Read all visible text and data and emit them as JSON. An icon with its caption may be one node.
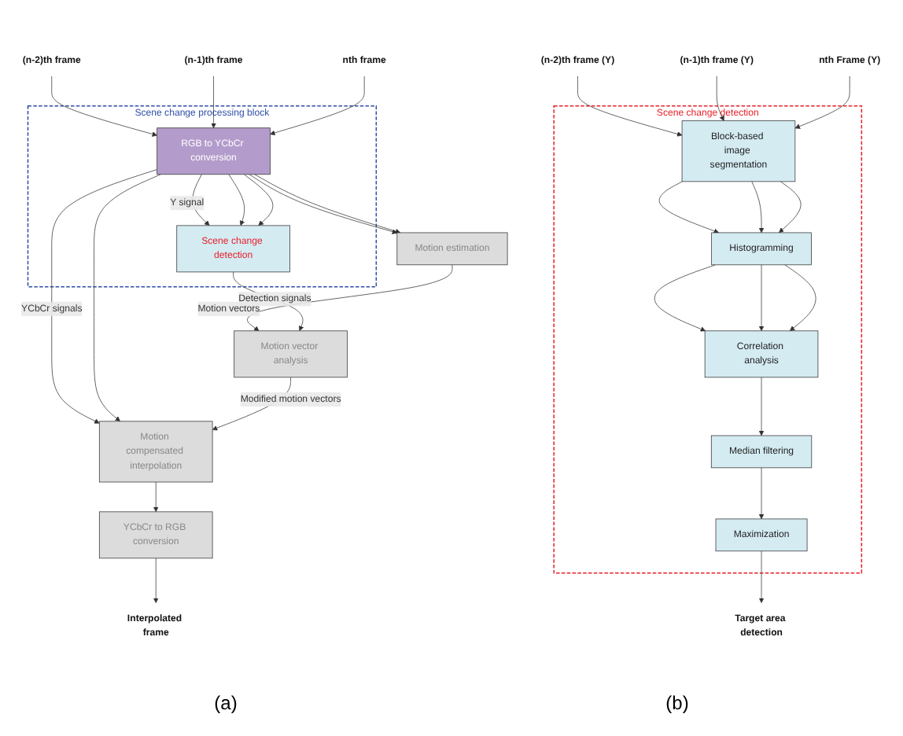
{
  "diagram": {
    "nodes": [
      {
        "text": [
          "(n-2)th frame"
        ]
      },
      {
        "text": [
          "(n-1)th frame"
        ]
      },
      {
        "text": [
          "nth frame"
        ]
      },
      {
        "text": [
          "Scene change processing block"
        ]
      },
      {
        "text": [
          "RGB to YCbCr conversion"
        ],
        "in": 3
      },
      {
        "text": [
          "Scene change detection"
        ],
        "in": 3
      },
      {
        "text": [
          "Motion estimation"
        ]
      },
      {
        "text": [
          "Motion vector analysis"
        ]
      },
      {
        "text": [
          "Motion compensated interpolation"
        ]
      },
      {
        "text": [
          "YCbCr to RGB conversion"
        ]
      },
      {
        "text": [
          "Interpolated frame"
        ]
      },
      {
        "text": [
          "(n-2)th frame (Y)"
        ]
      },
      {
        "text": [
          "(n-1)th frame (Y)"
        ]
      },
      {
        "text": [
          "nth Frame (Y)"
        ]
      },
      {
        "text": [
          "Scene change detection"
        ]
      },
      {
        "text": [
          "Block-based image segmentation"
        ],
        "in": 14
      },
      {
        "text": [
          "Histogramming"
        ],
        "in": 14
      },
      {
        "text": [
          "Correlation analysis"
        ],
        "in": 14
      },
      {
        "text": [
          "Median filtering"
        ],
        "in": 14
      },
      {
        "text": [
          "Maximization"
        ],
        "in": 14
      },
      {
        "text": [
          "Target area detection"
        ]
      }
    ],
    "edges": [
      {
        "from": 0,
        "to": 4,
        "arrow": "to"
      },
      {
        "from": 1,
        "to": 4,
        "arrow": "to"
      },
      {
        "from": 2,
        "to": 4,
        "arrow": "to"
      },
      {
        "from": 4,
        "to": 5,
        "arrow": "to",
        "label": "Y signal"
      },
      {
        "from": 4,
        "to": 5,
        "arrow": "to"
      },
      {
        "from": 4,
        "to": 5,
        "arrow": "to"
      },
      {
        "from": 4,
        "to": 6,
        "arrow": "to"
      },
      {
        "from": 4,
        "to": 6,
        "arrow": "to"
      },
      {
        "from": 4,
        "to": 8,
        "arrow": "to",
        "label": "YCbCr signals"
      },
      {
        "from": 4,
        "to": 8,
        "arrow": "to"
      },
      {
        "from": 6,
        "to": 7,
        "arrow": "to",
        "label": "Motion vectors"
      },
      {
        "from": 5,
        "to": 7,
        "arrow": "to",
        "label": "Detection signals"
      },
      {
        "from": 7,
        "to": 8,
        "arrow": "to",
        "label": "Modified motion vectors"
      },
      {
        "from": 8,
        "to": 9,
        "arrow": "to"
      },
      {
        "from": 9,
        "to": 10,
        "arrow": "to"
      },
      {
        "from": 11,
        "to": 15,
        "arrow": "to"
      },
      {
        "from": 12,
        "to": 15,
        "arrow": "to"
      },
      {
        "from": 13,
        "to": 15,
        "arrow": "to"
      },
      {
        "from": 15,
        "to": 16,
        "arrow": "to"
      },
      {
        "from": 15,
        "to": 16,
        "arrow": "to"
      },
      {
        "from": 15,
        "to": 16,
        "arrow": "to"
      },
      {
        "from": 16,
        "to": 17,
        "arrow": "to"
      },
      {
        "from": 16,
        "to": 17,
        "arrow": "to"
      },
      {
        "from": 16,
        "to": 17,
        "arrow": "to"
      },
      {
        "from": 17,
        "to": 18,
        "arrow": "to"
      },
      {
        "from": 18,
        "to": 19,
        "arrow": "to"
      },
      {
        "from": 19,
        "to": 20,
        "arrow": "to"
      }
    ],
    "labels": [
      "(a)",
      "(b)"
    ]
  }
}
